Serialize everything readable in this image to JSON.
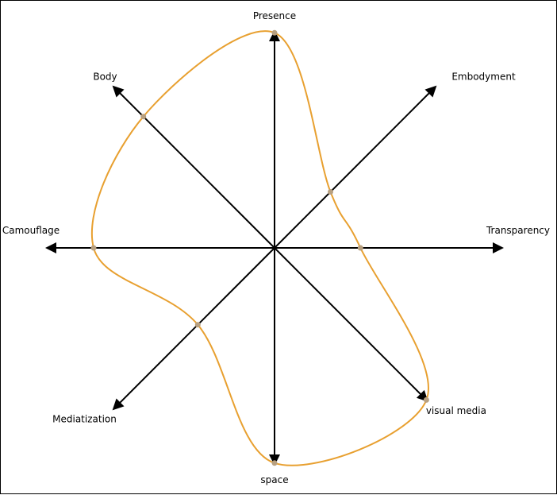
{
  "chart_data": {
    "type": "radar",
    "axes": [
      {
        "name": "Presence",
        "value": 0.95
      },
      {
        "name": "Embodyment",
        "value": 0.35
      },
      {
        "name": "Transparency",
        "value": 0.38
      },
      {
        "name": "visual media",
        "value": 0.95
      },
      {
        "name": "space",
        "value": 0.95
      },
      {
        "name": "Mediatization",
        "value": 0.48
      },
      {
        "name": "Camouflage",
        "value": 0.8
      },
      {
        "name": "Body",
        "value": 0.82
      }
    ],
    "range": [
      0,
      1
    ],
    "grid": false,
    "legend": "none",
    "colors": {
      "curve": "#E8A030",
      "marker": "#B8A080",
      "axis": "#000000"
    }
  }
}
